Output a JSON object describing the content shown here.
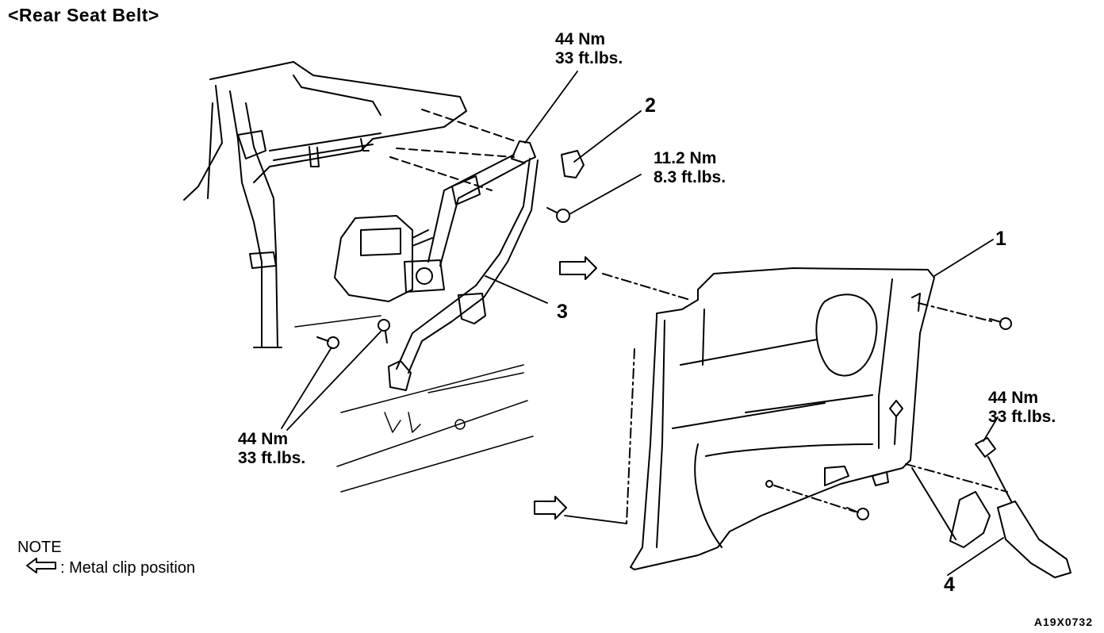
{
  "title": "<Rear Seat Belt>",
  "torque_labels": [
    {
      "id": "t1",
      "nm": "44 Nm",
      "ft": "33 ft.lbs."
    },
    {
      "id": "t2",
      "nm": "11.2 Nm",
      "ft": "8.3 ft.lbs."
    },
    {
      "id": "t3",
      "nm": "44 Nm",
      "ft": "33 ft.lbs."
    },
    {
      "id": "t4",
      "nm": "44 Nm",
      "ft": "33 ft.lbs."
    }
  ],
  "part_numbers": [
    "1",
    "2",
    "3",
    "4"
  ],
  "note": {
    "heading": "NOTE",
    "text": ": Metal clip position",
    "icon": "hollow-arrow-icon"
  },
  "figure_id": "A19X0732"
}
